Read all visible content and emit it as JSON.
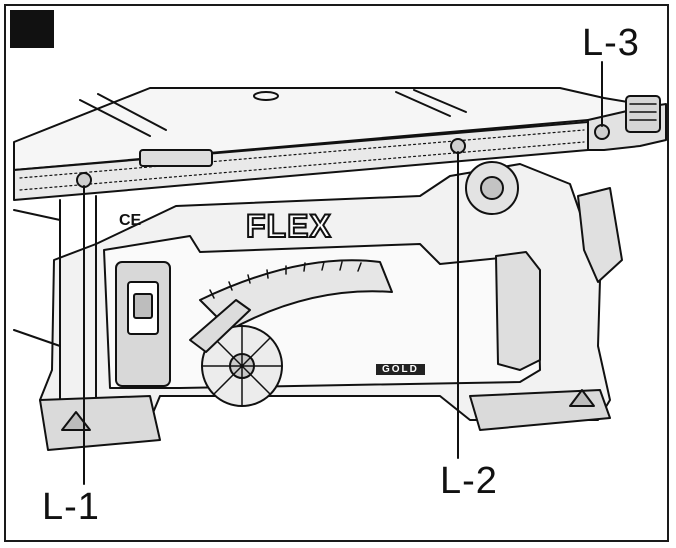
{
  "figure": {
    "brand": "FLEX",
    "ce_mark": "CE",
    "sub_mark": "GOLD",
    "callouts": [
      {
        "id": "L-1",
        "label": "L-1"
      },
      {
        "id": "L-2",
        "label": "L-2"
      },
      {
        "id": "L-3",
        "label": "L-3"
      }
    ]
  },
  "colors": {
    "line": "#111111",
    "fill_light": "#f2f2f2",
    "fill_mid": "#cfcfcf"
  }
}
